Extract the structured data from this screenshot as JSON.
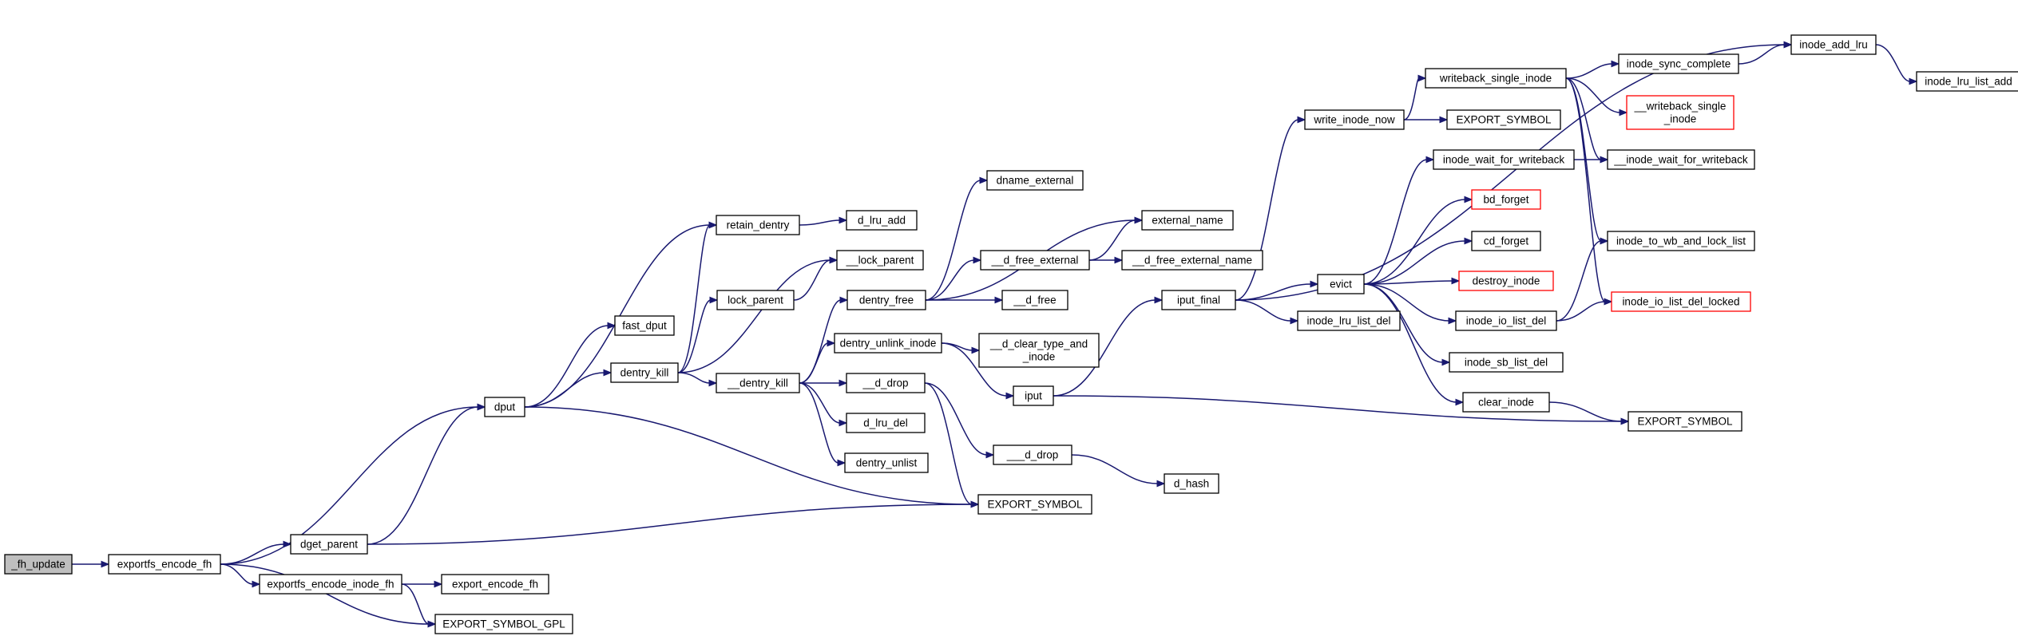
{
  "graph": {
    "colors": {
      "edge": "#191970",
      "box_border": "#000000",
      "truncated_border": "#ff0000",
      "root_fill": "#bfbfbf",
      "background": "#ffffff"
    },
    "nodes": [
      {
        "id": "fh_update",
        "label": [
          "_fh_update"
        ],
        "style": "root"
      },
      {
        "id": "exportfs_encode_fh",
        "label": [
          "exportfs_encode_fh"
        ]
      },
      {
        "id": "dput",
        "label": [
          "dput"
        ]
      },
      {
        "id": "dget_parent",
        "label": [
          "dget_parent"
        ]
      },
      {
        "id": "exportfs_encode_inode_fh",
        "label": [
          "exportfs_encode_inode_fh"
        ]
      },
      {
        "id": "export_encode_fh",
        "label": [
          "export_encode_fh"
        ]
      },
      {
        "id": "EXPORT_SYMBOL_GPL",
        "label": [
          "EXPORT_SYMBOL_GPL"
        ]
      },
      {
        "id": "fast_dput",
        "label": [
          "fast_dput"
        ]
      },
      {
        "id": "dentry_kill",
        "label": [
          "dentry_kill"
        ]
      },
      {
        "id": "retain_dentry",
        "label": [
          "retain_dentry"
        ]
      },
      {
        "id": "d_lru_add",
        "label": [
          "d_lru_add"
        ]
      },
      {
        "id": "lock_parent",
        "label": [
          "lock_parent"
        ]
      },
      {
        "id": "__lock_parent",
        "label": [
          "__lock_parent"
        ]
      },
      {
        "id": "__dentry_kill",
        "label": [
          "__dentry_kill"
        ]
      },
      {
        "id": "dentry_free",
        "label": [
          "dentry_free"
        ]
      },
      {
        "id": "dname_external",
        "label": [
          "dname_external"
        ]
      },
      {
        "id": "external_name",
        "label": [
          "external_name"
        ]
      },
      {
        "id": "__d_free_external",
        "label": [
          "__d_free_external"
        ]
      },
      {
        "id": "__d_free_external_name",
        "label": [
          "__d_free_external_name"
        ]
      },
      {
        "id": "__d_free",
        "label": [
          "__d_free"
        ]
      },
      {
        "id": "dentry_unlink_inode",
        "label": [
          "dentry_unlink_inode"
        ]
      },
      {
        "id": "__d_clear_type_and_inode",
        "label": [
          "__d_clear_type_and",
          "_inode"
        ]
      },
      {
        "id": "iput",
        "label": [
          "iput"
        ]
      },
      {
        "id": "__d_drop",
        "label": [
          "__d_drop"
        ]
      },
      {
        "id": "___d_drop",
        "label": [
          "___d_drop"
        ]
      },
      {
        "id": "d_hash",
        "label": [
          "d_hash"
        ]
      },
      {
        "id": "d_lru_del",
        "label": [
          "d_lru_del"
        ]
      },
      {
        "id": "dentry_unlist",
        "label": [
          "dentry_unlist"
        ]
      },
      {
        "id": "EXPORT_SYMBOL_mid",
        "label": [
          "EXPORT_SYMBOL"
        ]
      },
      {
        "id": "iput_final",
        "label": [
          "iput_final"
        ]
      },
      {
        "id": "write_inode_now",
        "label": [
          "write_inode_now"
        ]
      },
      {
        "id": "writeback_single_inode",
        "label": [
          "writeback_single_inode"
        ]
      },
      {
        "id": "EXPORT_SYMBOL_top",
        "label": [
          "EXPORT_SYMBOL"
        ]
      },
      {
        "id": "inode_sync_complete",
        "label": [
          "inode_sync_complete"
        ]
      },
      {
        "id": "inode_add_lru",
        "label": [
          "inode_add_lru"
        ]
      },
      {
        "id": "inode_lru_list_add",
        "label": [
          "inode_lru_list_add"
        ]
      },
      {
        "id": "__writeback_single_inode",
        "label": [
          "__writeback_single",
          "_inode"
        ],
        "style": "truncated"
      },
      {
        "id": "__inode_wait_for_writeback",
        "label": [
          "__inode_wait_for_writeback"
        ]
      },
      {
        "id": "inode_wait_for_writeback",
        "label": [
          "inode_wait_for_writeback"
        ]
      },
      {
        "id": "evict",
        "label": [
          "evict"
        ]
      },
      {
        "id": "inode_lru_list_del",
        "label": [
          "inode_lru_list_del"
        ]
      },
      {
        "id": "bd_forget",
        "label": [
          "bd_forget"
        ],
        "style": "truncated"
      },
      {
        "id": "cd_forget",
        "label": [
          "cd_forget"
        ]
      },
      {
        "id": "destroy_inode",
        "label": [
          "destroy_inode"
        ],
        "style": "truncated"
      },
      {
        "id": "inode_io_list_del",
        "label": [
          "inode_io_list_del"
        ]
      },
      {
        "id": "inode_sb_list_del",
        "label": [
          "inode_sb_list_del"
        ]
      },
      {
        "id": "clear_inode",
        "label": [
          "clear_inode"
        ]
      },
      {
        "id": "inode_to_wb_and_lock_list",
        "label": [
          "inode_to_wb_and_lock_list"
        ]
      },
      {
        "id": "inode_io_list_del_locked",
        "label": [
          "inode_io_list_del_locked"
        ],
        "style": "truncated"
      },
      {
        "id": "EXPORT_SYMBOL_right",
        "label": [
          "EXPORT_SYMBOL"
        ]
      }
    ],
    "edges": [
      [
        "fh_update",
        "exportfs_encode_fh"
      ],
      [
        "exportfs_encode_fh",
        "dput"
      ],
      [
        "exportfs_encode_fh",
        "dget_parent"
      ],
      [
        "exportfs_encode_fh",
        "exportfs_encode_inode_fh"
      ],
      [
        "exportfs_encode_fh",
        "EXPORT_SYMBOL_GPL"
      ],
      [
        "dget_parent",
        "dput"
      ],
      [
        "dget_parent",
        "EXPORT_SYMBOL_mid"
      ],
      [
        "exportfs_encode_inode_fh",
        "export_encode_fh"
      ],
      [
        "exportfs_encode_inode_fh",
        "EXPORT_SYMBOL_GPL"
      ],
      [
        "dput",
        "retain_dentry"
      ],
      [
        "dput",
        "fast_dput"
      ],
      [
        "dput",
        "dentry_kill"
      ],
      [
        "dput",
        "EXPORT_SYMBOL_mid"
      ],
      [
        "dentry_kill",
        "retain_dentry"
      ],
      [
        "dentry_kill",
        "lock_parent"
      ],
      [
        "dentry_kill",
        "__lock_parent"
      ],
      [
        "dentry_kill",
        "__dentry_kill"
      ],
      [
        "retain_dentry",
        "d_lru_add"
      ],
      [
        "lock_parent",
        "__lock_parent"
      ],
      [
        "__dentry_kill",
        "dentry_free"
      ],
      [
        "__dentry_kill",
        "dentry_unlink_inode"
      ],
      [
        "__dentry_kill",
        "__d_drop"
      ],
      [
        "__dentry_kill",
        "d_lru_del"
      ],
      [
        "__dentry_kill",
        "dentry_unlist"
      ],
      [
        "dentry_free",
        "dname_external"
      ],
      [
        "dentry_free",
        "external_name"
      ],
      [
        "dentry_free",
        "__d_free_external"
      ],
      [
        "dentry_free",
        "__d_free"
      ],
      [
        "__d_free_external",
        "external_name"
      ],
      [
        "__d_free_external",
        "__d_free_external_name"
      ],
      [
        "dentry_unlink_inode",
        "__d_clear_type_and_inode"
      ],
      [
        "dentry_unlink_inode",
        "iput"
      ],
      [
        "__d_drop",
        "___d_drop"
      ],
      [
        "__d_drop",
        "EXPORT_SYMBOL_mid"
      ],
      [
        "___d_drop",
        "d_hash"
      ],
      [
        "iput",
        "iput_final"
      ],
      [
        "iput",
        "EXPORT_SYMBOL_right"
      ],
      [
        "iput_final",
        "inode_add_lru"
      ],
      [
        "iput_final",
        "write_inode_now"
      ],
      [
        "iput_final",
        "evict"
      ],
      [
        "iput_final",
        "inode_lru_list_del"
      ],
      [
        "write_inode_now",
        "writeback_single_inode"
      ],
      [
        "write_inode_now",
        "EXPORT_SYMBOL_top"
      ],
      [
        "writeback_single_inode",
        "inode_sync_complete"
      ],
      [
        "writeback_single_inode",
        "__writeback_single_inode"
      ],
      [
        "writeback_single_inode",
        "__inode_wait_for_writeback"
      ],
      [
        "writeback_single_inode",
        "inode_to_wb_and_lock_list"
      ],
      [
        "writeback_single_inode",
        "inode_io_list_del_locked"
      ],
      [
        "inode_sync_complete",
        "inode_add_lru"
      ],
      [
        "inode_add_lru",
        "inode_lru_list_add"
      ],
      [
        "evict",
        "inode_wait_for_writeback"
      ],
      [
        "evict",
        "bd_forget"
      ],
      [
        "evict",
        "cd_forget"
      ],
      [
        "evict",
        "destroy_inode"
      ],
      [
        "evict",
        "inode_io_list_del"
      ],
      [
        "evict",
        "inode_sb_list_del"
      ],
      [
        "evict",
        "clear_inode"
      ],
      [
        "inode_wait_for_writeback",
        "__inode_wait_for_writeback"
      ],
      [
        "inode_io_list_del",
        "inode_to_wb_and_lock_list"
      ],
      [
        "inode_io_list_del",
        "inode_io_list_del_locked"
      ],
      [
        "clear_inode",
        "EXPORT_SYMBOL_right"
      ]
    ]
  }
}
